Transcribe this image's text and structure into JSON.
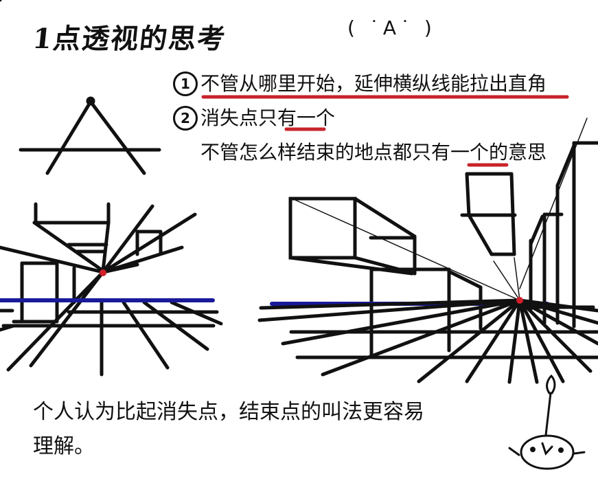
{
  "header": {
    "title": "1点透视的思考",
    "emoticon": "( ˙A˙ )"
  },
  "points": [
    {
      "badge": "1",
      "text": "不管从哪里开始，延伸横纵线能拉出直角",
      "underline_color": "#c8242b"
    },
    {
      "badge": "2",
      "text": "消失点只有一个",
      "highlight": "一个",
      "underline_color": "#c8242b"
    }
  ],
  "explanation": {
    "text_before": "不管怎么样结束的地点都只有",
    "highlight": "一个",
    "text_after": "的意思"
  },
  "diagrams": {
    "small_triangle": {
      "label": "vanishing-point-triangle"
    },
    "left_scene": {
      "vanishing_point_color": "#d0202a",
      "horizon_color": "#1a1a9a"
    },
    "right_scene": {
      "vanishing_point_color": "#d0202a",
      "horizon_color": "#1a1a9a"
    }
  },
  "footer": {
    "line1": "个人认为比起消失点，结束点的叫法更容易",
    "line2": "理解。"
  },
  "colors": {
    "ink": "#111111",
    "accent_red": "#c8242b",
    "horizon_blue": "#1a1a9a"
  }
}
